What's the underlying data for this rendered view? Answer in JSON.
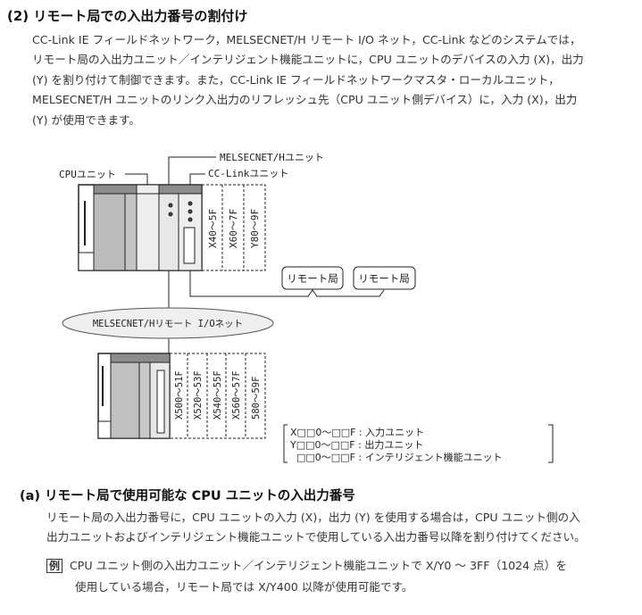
{
  "section": {
    "title": "(2) リモート局での入出力番号の割付け",
    "paragraph": [
      "CC-Link IE フィールドネットワーク，MELSECNET/H リモート I/O ネット，CC-Link などのシステムでは，",
      "リモート局の入出力ユニット／インテリジェント機能ユニットに，CPU ユニットのデバイスの入力 (X)，出力",
      "(Y) を割り付けて制御できます。また，CC-Link IE フィールドネットワークマスタ・ローカルユニット，",
      "MELSECNET/H ユニットのリンク入出力のリフレッシュ先（CPU ユニット側デバイス）に，入力 (X)，出力",
      "(Y) が使用できます。"
    ]
  },
  "diagram": {
    "cpu_label": "CPUユニット",
    "melsecnet_label": "MELSECNET/Hユニット",
    "cclink_label": "CC-Linkユニット",
    "top_ranges": [
      "X40～5F",
      "X60～7F",
      "Y80～9F"
    ],
    "remote_stations": [
      "リモート局",
      "リモート局"
    ],
    "network_label": "MELSECNET/Hリモート I/Oネット",
    "bottom_ranges": [
      "X500～51F",
      "X520～53F",
      "X540～55F",
      "X560～57F",
      "580～59F"
    ],
    "legend": [
      "X□□0～□□F : 入力ユニット",
      "Y□□0～□□F : 出力ユニット",
      "  □□0～□□F : インテリジェント機能ユニット"
    ]
  },
  "subsection": {
    "title": "(a) リモート局で使用可能な CPU ユニットの入出力番号",
    "paragraph": [
      "リモート局の入出力番号に，CPU ユニットの入力 (X)，出力 (Y) を使用する場合は，CPU ユニット側の入",
      "出力ユニットおよびインテリジェント機能ユニットで使用している入出力番号以降を割り付けてください。"
    ],
    "example_mark": "例",
    "example": [
      "CPU ユニット側の入出力ユニット／インテリジェント機能ユニットで X/Y0 ～ 3FF（1024 点）を",
      "使用している場合，リモート局では X/Y400 以降が使用可能です。"
    ]
  }
}
